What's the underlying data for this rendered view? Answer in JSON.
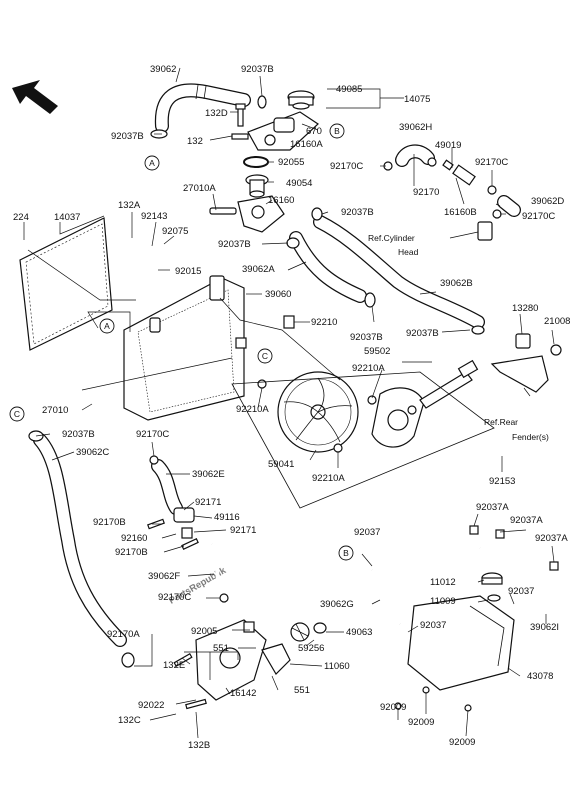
{
  "watermark": "PartsRepublik",
  "refs": {
    "cylinder_head": "Ref.Cylinder Head",
    "cylinder_head_l1": "Ref.Cylinder",
    "cylinder_head_l2": "Head",
    "rear_fender_l1": "Ref.Rear",
    "rear_fender_l2": "Fender(s)"
  },
  "callouts": {
    "a": "A",
    "b": "B",
    "c": "C"
  },
  "labels": {
    "p39062": "39062",
    "p92037b_1": "92037B",
    "p49085": "49085",
    "p14075": "14075",
    "p132d": "132D",
    "p670": "670",
    "p132": "132",
    "p16160a": "16160A",
    "p92037b_2": "92037B",
    "p92055": "92055",
    "p39062h": "39062H",
    "p49019": "49019",
    "p92170c_1": "92170C",
    "p92170c_2": "92170C",
    "p49054": "49054",
    "p27010a": "27010A",
    "p16160": "16160",
    "p92170": "92170",
    "p39062d": "39062D",
    "p16160b": "16160B",
    "p92170c_3": "92170C",
    "p224": "224",
    "p14037": "14037",
    "p132a": "132A",
    "p92143": "92143",
    "p92037b_3": "92037B",
    "p92075": "92075",
    "p92037b_4": "92037B",
    "p92015": "92015",
    "p39062a": "39062A",
    "p39060": "39060",
    "p39062b": "39062B",
    "p13280": "13280",
    "p21008": "21008",
    "p92210": "92210",
    "p92037b_5": "92037B",
    "p92037b_6": "92037B",
    "p59502": "59502",
    "p92210a_1": "92210A",
    "p92210a_2": "92210A",
    "p27010": "27010",
    "p92037b_7": "92037B",
    "p92170c_4": "92170C",
    "p39062c": "39062C",
    "p39062e": "39062E",
    "p59041": "59041",
    "p92210a_3": "92210A",
    "p92153": "92153",
    "p92171_1": "92171",
    "p49116": "49116",
    "p92170b_1": "92170B",
    "p92171_2": "92171",
    "p92160": "92160",
    "p92170b_2": "92170B",
    "p92037": "92037",
    "p92037a_1": "92037A",
    "p92037a_2": "92037A",
    "p92037a_3": "92037A",
    "p39062f": "39062F",
    "p11012": "11012",
    "p92170c_5": "92170C",
    "p11009": "11009",
    "p92037_2": "92037",
    "p39062g": "39062G",
    "p92005": "92005",
    "p49063": "49063",
    "p92037_3": "92037",
    "p92170a": "92170A",
    "p551_1": "551",
    "p59256": "59256",
    "p11060": "11060",
    "p132e": "132E",
    "p39062i": "39062I",
    "p551_2": "551",
    "p43078": "43078",
    "p92022": "92022",
    "p16142": "16142",
    "p92009_1": "92009",
    "p132c": "132C",
    "p92009_2": "92009",
    "p92009_3": "92009",
    "p132b": "132B"
  }
}
